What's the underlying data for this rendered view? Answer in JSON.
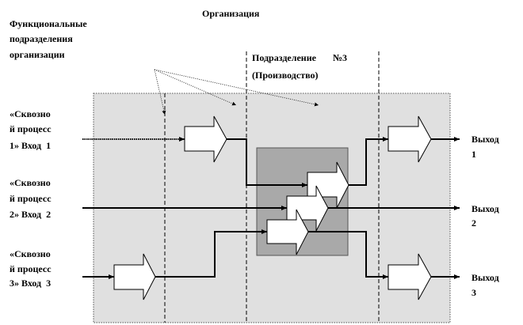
{
  "title": "Организация",
  "functional_units_label": [
    "Функциональные",
    "подразделения",
    "организации"
  ],
  "division_label": [
    "Подразделение       №3",
    "(Производство)"
  ],
  "processes": [
    {
      "input_lines": [
        "«Сквозно",
        "й процесс",
        "1» Вход  1"
      ],
      "output_lines": [
        "Выход",
        "1"
      ]
    },
    {
      "input_lines": [
        "«Сквозно",
        "й процесс",
        "2» Вход  2"
      ],
      "output_lines": [
        "Выход",
        "2"
      ]
    },
    {
      "input_lines": [
        "«Сквозно",
        "й процесс",
        "3» Вход  3"
      ],
      "output_lines": [
        "Выход",
        "3"
      ]
    }
  ],
  "colors": {
    "organization_fill": "#e0e0e0",
    "core_fill": "#a9a9a9",
    "arrow_fill": "#ffffff",
    "line": "#000000"
  }
}
